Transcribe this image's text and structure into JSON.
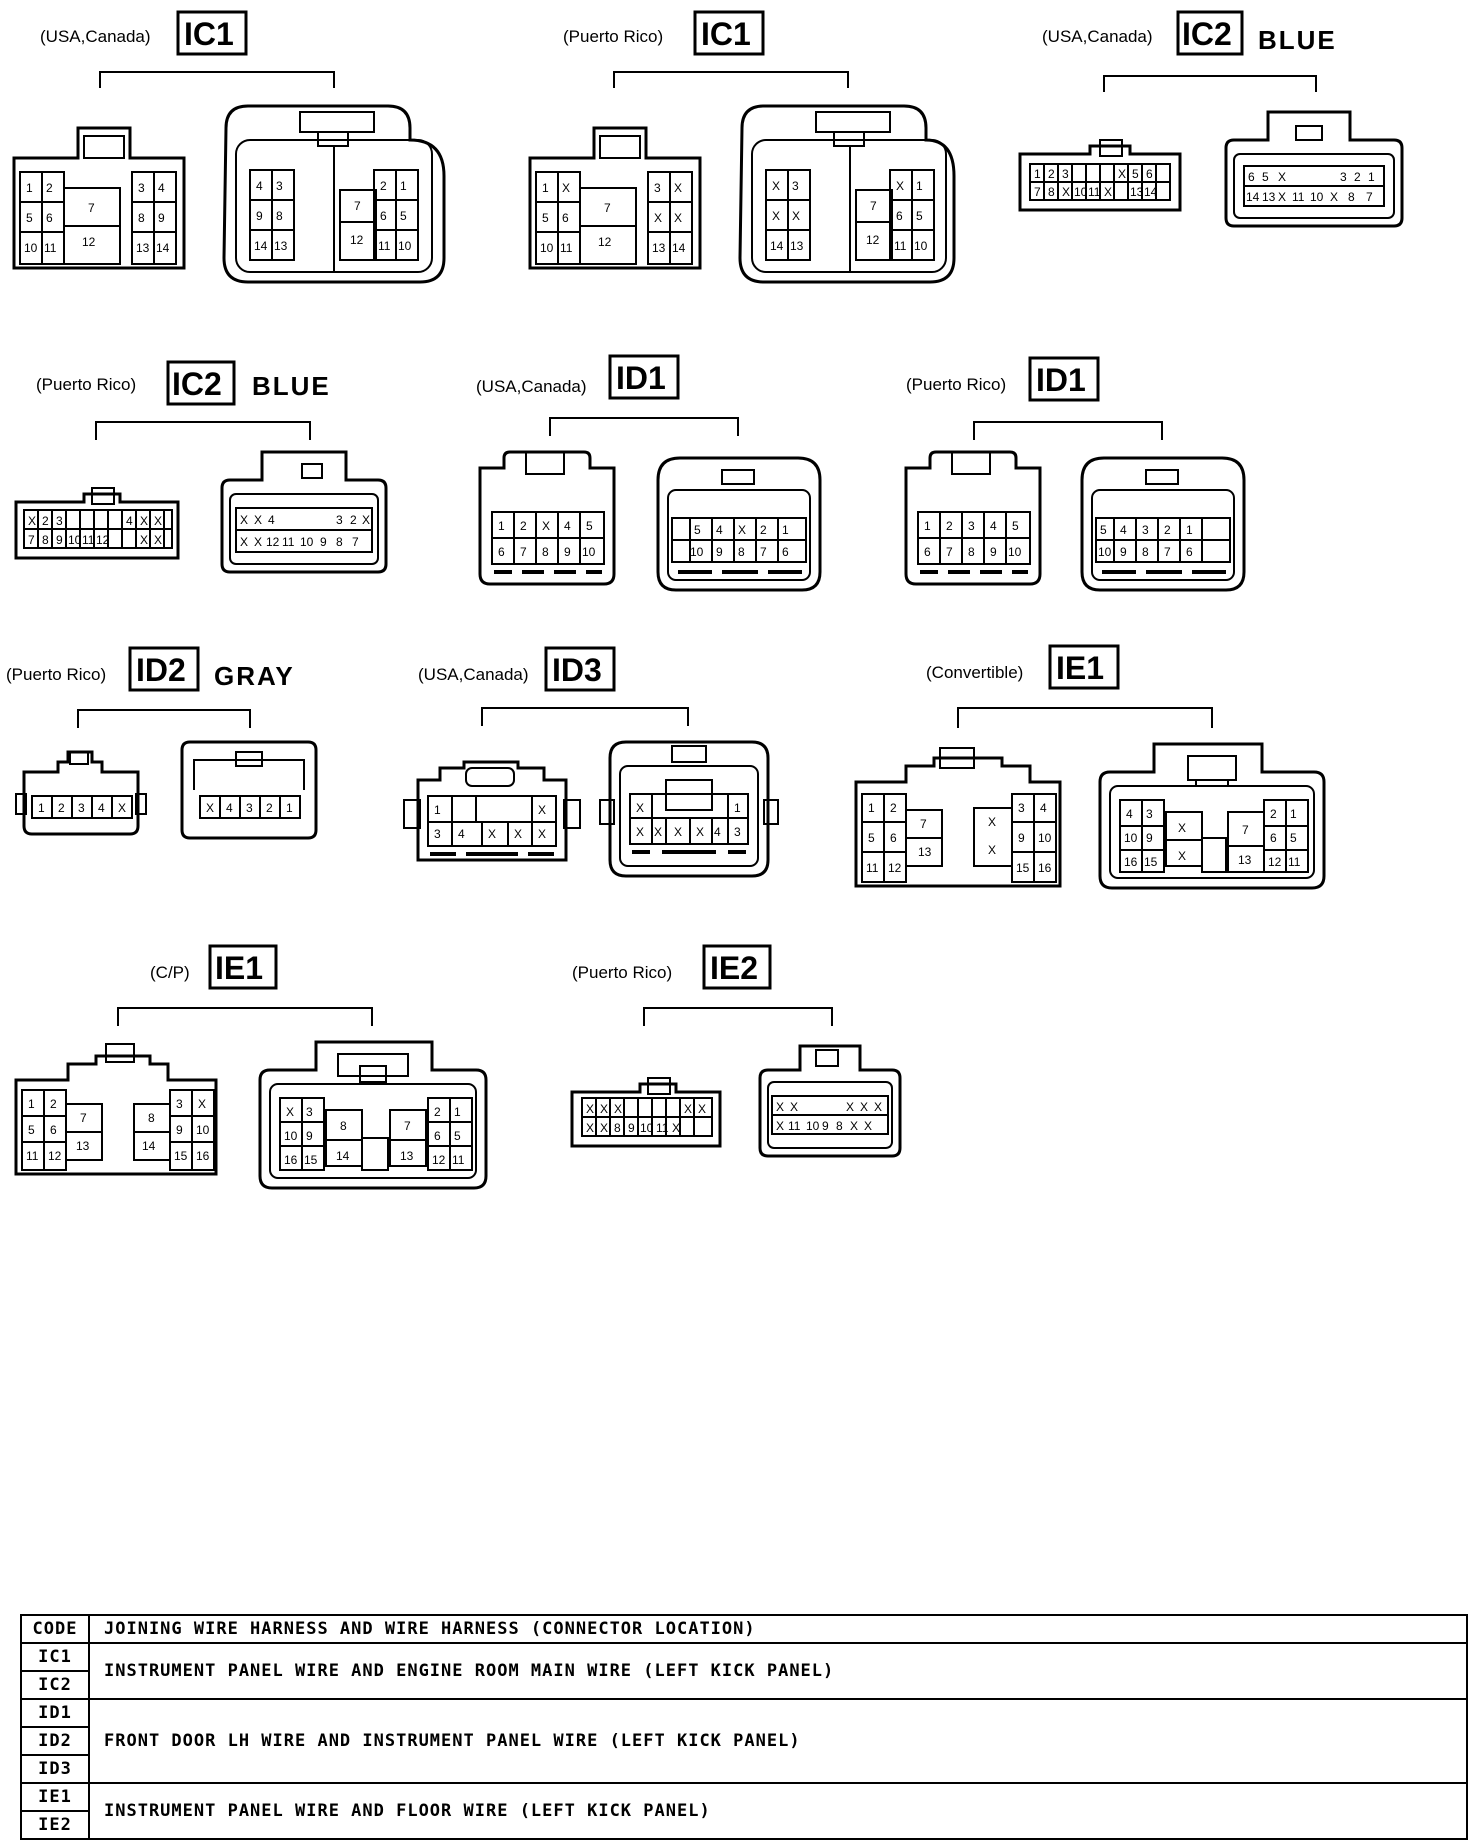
{
  "connectors": [
    {
      "variant": "(USA,Canada)",
      "code": "IC1",
      "color_label": ""
    },
    {
      "variant": "(Puerto Rico)",
      "code": "IC1",
      "color_label": ""
    },
    {
      "variant": "(USA,Canada)",
      "code": "IC2",
      "color_label": "BLUE"
    },
    {
      "variant": "(Puerto Rico)",
      "code": "IC2",
      "color_label": "BLUE"
    },
    {
      "variant": "(USA,Canada)",
      "code": "ID1",
      "color_label": ""
    },
    {
      "variant": "(Puerto Rico)",
      "code": "ID1",
      "color_label": ""
    },
    {
      "variant": "(Puerto Rico)",
      "code": "ID2",
      "color_label": "GRAY"
    },
    {
      "variant": "(USA,Canada)",
      "code": "ID3",
      "color_label": ""
    },
    {
      "variant": "(Convertible)",
      "code": "IE1",
      "color_label": ""
    },
    {
      "variant": "(C/P)",
      "code": "IE1",
      "color_label": ""
    },
    {
      "variant": "(Puerto Rico)",
      "code": "IE2",
      "color_label": ""
    }
  ],
  "table": {
    "header": {
      "code": "CODE",
      "description": "JOINING WIRE HARNESS AND WIRE HARNESS (CONNECTOR LOCATION)"
    },
    "groups": [
      {
        "codes": [
          "IC1",
          "IC2"
        ],
        "description": "INSTRUMENT PANEL WIRE AND ENGINE ROOM MAIN WIRE (LEFT KICK PANEL)"
      },
      {
        "codes": [
          "ID1",
          "ID2",
          "ID3"
        ],
        "description": "FRONT DOOR LH WIRE AND INSTRUMENT PANEL WIRE (LEFT KICK PANEL)"
      },
      {
        "codes": [
          "IE1",
          "IE2"
        ],
        "description": "INSTRUMENT PANEL WIRE AND FLOOR WIRE (LEFT KICK PANEL)"
      }
    ]
  }
}
